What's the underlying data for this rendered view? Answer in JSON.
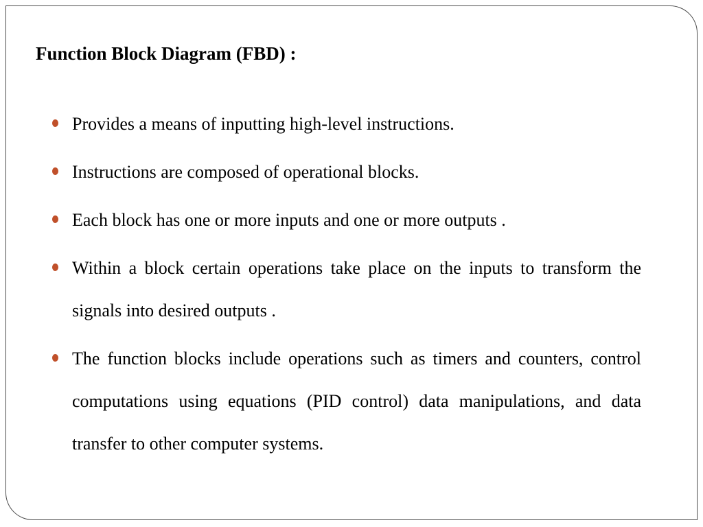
{
  "slide": {
    "title": "Function Block Diagram (FBD) :",
    "accent_color": "#c0502a",
    "bullets": [
      {
        "text": "Provides a means of inputting high-level instructions."
      },
      {
        "text": "Instructions are composed of operational blocks."
      },
      {
        "text": "Each block has one or more inputs and one or more outputs ."
      },
      {
        "text": "Within a block certain operations take place on the inputs to transform the signals into desired outputs ."
      },
      {
        "text": "The function blocks include operations such as timers and counters, control computations using equations (PID control) data manipulations, and data transfer to other computer systems."
      }
    ]
  }
}
